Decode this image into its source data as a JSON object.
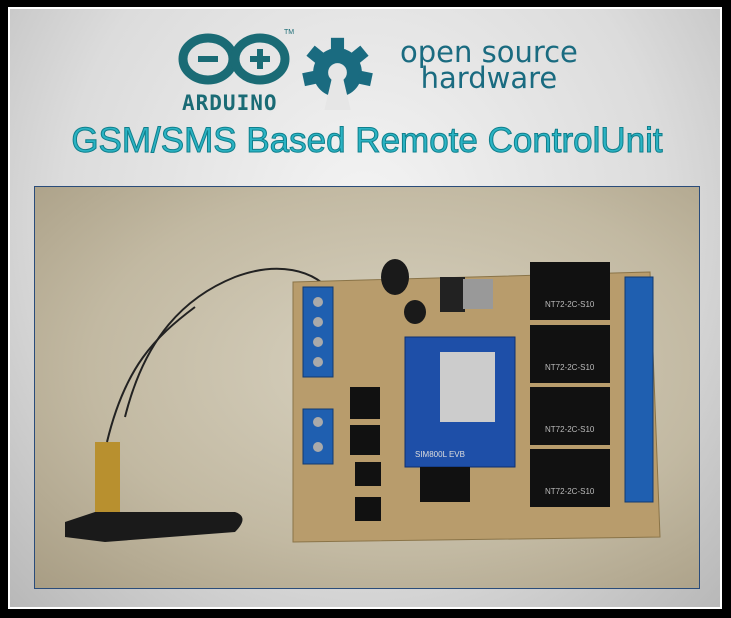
{
  "logos": {
    "arduino": "ARDUINO",
    "arduino_tm": "TM",
    "osh_line1": "open source",
    "osh_line2": "hardware"
  },
  "title": "GSM/SMS Based Remote ControlUnit",
  "photo": {
    "relay_label": "NT72-2C-S10",
    "module_label": "SIM800L EVB"
  },
  "colors": {
    "teal": "#1a6b80",
    "title": "#2bb3c3",
    "pcb": "#b89c6c",
    "terminal": "#1f5fb0"
  }
}
